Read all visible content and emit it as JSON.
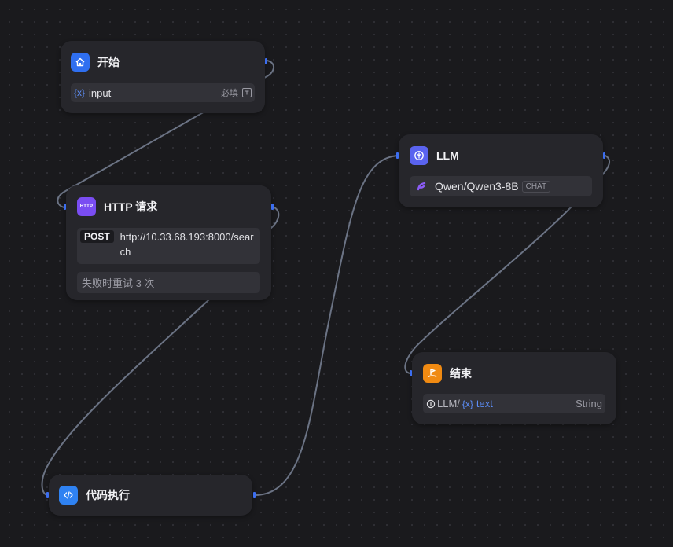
{
  "nodes": {
    "start": {
      "title": "开始",
      "input_var": "input",
      "required_label": "必填"
    },
    "http": {
      "title": "HTTP 请求",
      "icon_text": "HTTP",
      "method": "POST",
      "url": "http://10.33.68.193:8000/search",
      "retry_text": "失败时重试 3 次"
    },
    "llm": {
      "title": "LLM",
      "model": "Qwen/Qwen3-8B",
      "model_tag": "CHAT"
    },
    "end": {
      "title": "结束",
      "output_source": "LLM/",
      "output_var": "text",
      "output_type": "String"
    },
    "code": {
      "title": "代码执行"
    }
  },
  "colors": {
    "start_icon": "#2f6ff0",
    "http_icon": "#7a4df2",
    "llm_icon": "#5a63ef",
    "end_icon": "#f08a12",
    "code_icon": "#2f82f2",
    "edge": "#6b7384",
    "handle": "#3c6ef0"
  }
}
